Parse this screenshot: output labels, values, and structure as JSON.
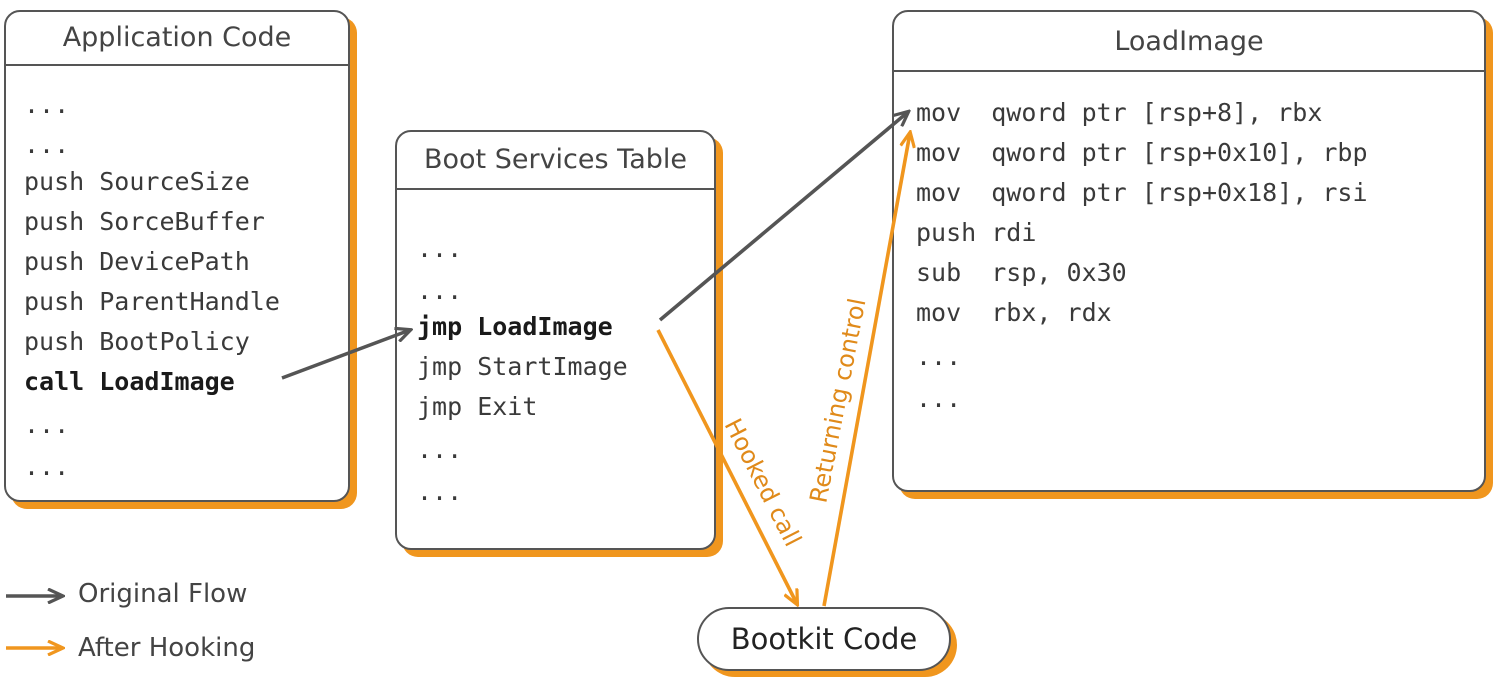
{
  "app_code": {
    "title": "Application Code",
    "lines": [
      "...",
      "...",
      "push SourceSize",
      "push SorceBuffer",
      "push DevicePath",
      "push ParentHandle",
      "push BootPolicy",
      "call LoadImage",
      "...",
      "..."
    ]
  },
  "boot_table": {
    "title": "Boot Services Table",
    "lines": [
      "...",
      "...",
      "jmp LoadImage",
      "jmp StartImage",
      "jmp Exit",
      "...",
      "..."
    ]
  },
  "load_image": {
    "title": "LoadImage",
    "lines": [
      "mov  qword ptr [rsp+8], rbx",
      "mov  qword ptr [rsp+0x10], rbp",
      "mov  qword ptr [rsp+0x18], rsi",
      "push rdi",
      "sub  rsp, 0x30",
      "mov  rbx, rdx",
      "...",
      "..."
    ]
  },
  "bootkit": {
    "label": "Bootkit Code"
  },
  "arrows": {
    "hooked_call": "Hooked call",
    "returning_control": "Returning control"
  },
  "legend": {
    "original": "Original Flow",
    "after": "After Hooking"
  },
  "colors": {
    "gray": "#555555",
    "orange": "#f0961e"
  }
}
